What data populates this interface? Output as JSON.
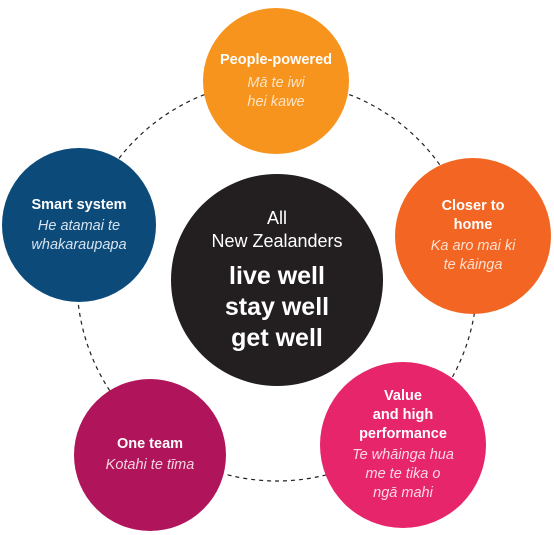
{
  "center": {
    "lead": "All\nNew Zealanders",
    "line1": "live well",
    "line2": "stay well",
    "line3": "get well"
  },
  "nodes": {
    "people_powered": {
      "en": "People-powered",
      "mi": "Mā te iwi\nhei kawe"
    },
    "closer_to_home": {
      "en": "Closer to\nhome",
      "mi": "Ka aro mai ki\nte kāinga"
    },
    "value_high_performance": {
      "en": "Value\nand high\nperformance",
      "mi": "Te whāinga hua\nme te tika o\nngā mahi"
    },
    "one_team": {
      "en": "One team",
      "mi": "Kotahi te tīma"
    },
    "smart_system": {
      "en": "Smart system",
      "mi": "He atamai te\nwhakaraupapa"
    }
  },
  "colors": {
    "people_powered": "#f7941d",
    "closer_to_home": "#f26522",
    "value_high_performance": "#e6256a",
    "one_team": "#b0145a",
    "smart_system": "#0c4a7a",
    "center": "#231f20"
  }
}
